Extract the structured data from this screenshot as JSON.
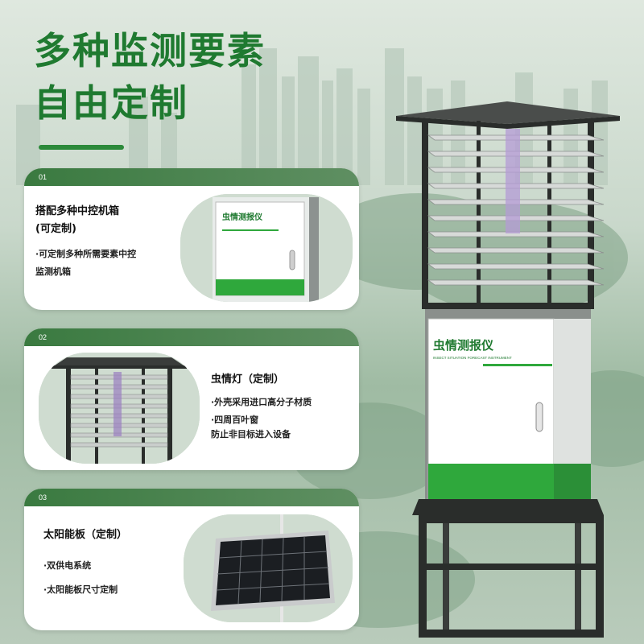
{
  "headline": {
    "line1": "多种监测要素",
    "line2": "自由定制"
  },
  "cards": [
    {
      "number": "01",
      "title_line1": "搭配多种中控机箱",
      "title_line2": "(可定制)",
      "bullet_line1": "·可定制多种所需要素中控",
      "bullet_line2": "监测机箱"
    },
    {
      "number": "02",
      "title": "虫情灯（定制）",
      "bullet1": "·外壳采用进口高分子材质",
      "bullet2_line1": "·四周百叶窗",
      "bullet2_line2": "防止非目标进入设备"
    },
    {
      "number": "03",
      "title": "太阳能板（定制）",
      "bullet1": "·双供电系统",
      "bullet2": "·太阳能板尺寸定制"
    }
  ],
  "device_label": {
    "cn": "虫情测报仪",
    "en": "INSECT SITUATION FORECAST INSTRUMENT"
  },
  "colors": {
    "brand_green": "#1f7a30",
    "accent_green": "#2fa83c",
    "frame_dark": "#2a2d2b"
  }
}
